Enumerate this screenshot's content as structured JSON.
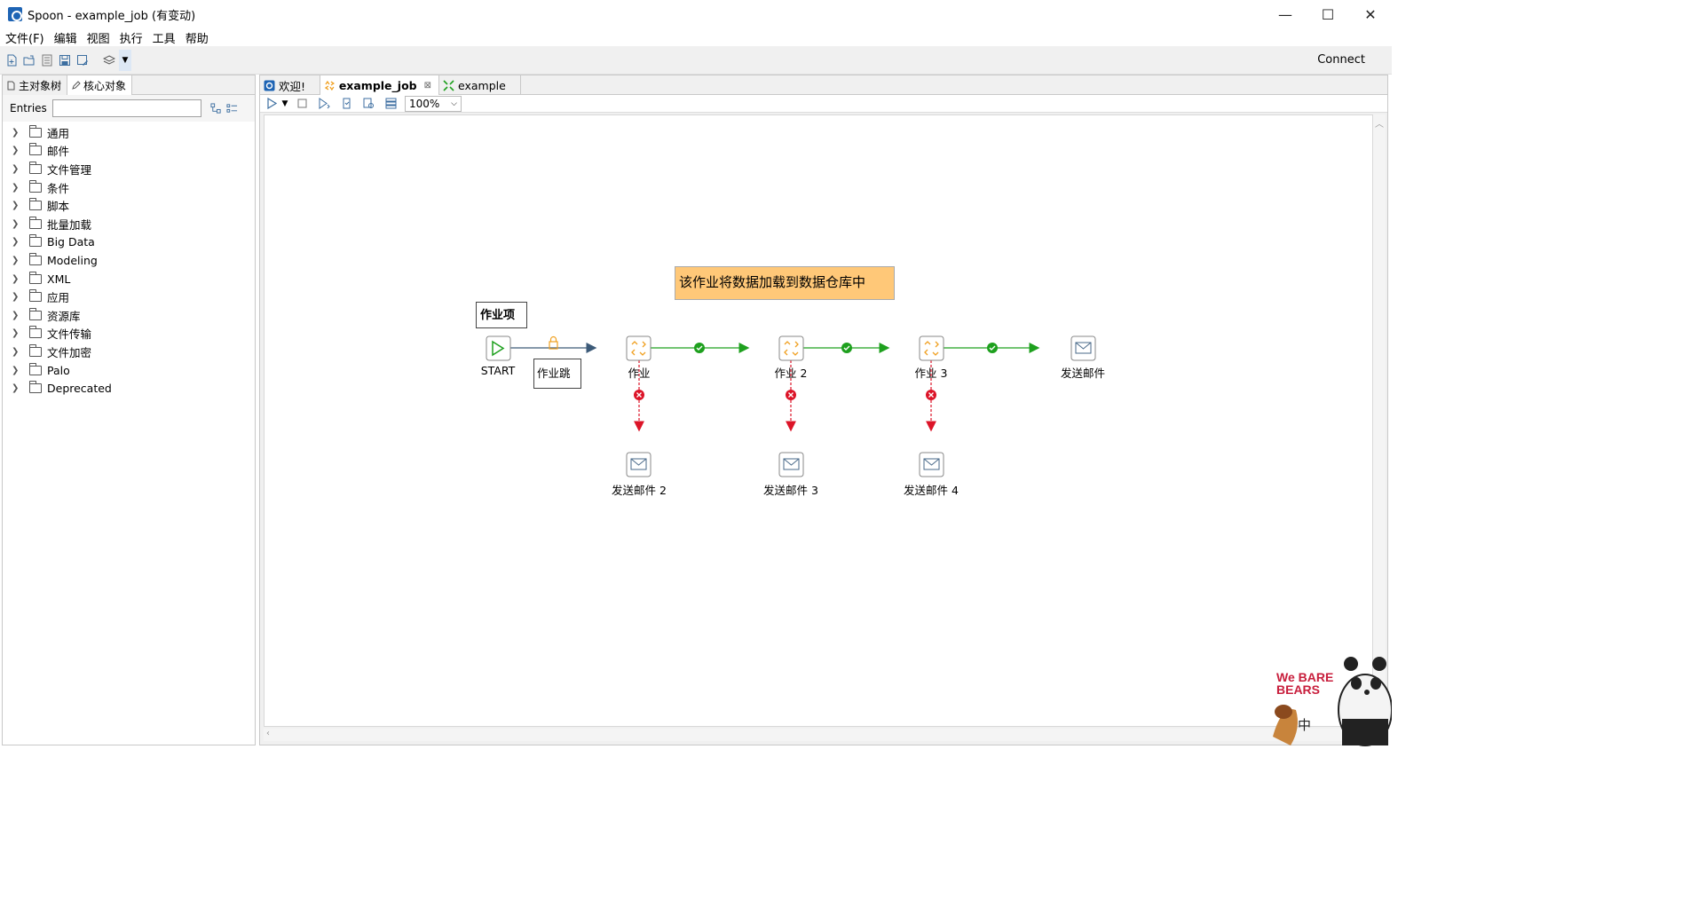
{
  "window": {
    "title": "Spoon - example_job (有变动)",
    "controls": {
      "minimize": "—",
      "maximize": "☐",
      "close": "✕"
    }
  },
  "menu": [
    "文件(F)",
    "编辑",
    "视图",
    "执行",
    "工具",
    "帮助"
  ],
  "toolbar": {
    "connect_label": "Connect"
  },
  "left_panel": {
    "tabs": [
      "主对象树",
      "核心对象"
    ],
    "entries_label": "Entries",
    "entries_value": "",
    "tree": [
      "通用",
      "邮件",
      "文件管理",
      "条件",
      "脚本",
      "批量加载",
      "Big Data",
      "Modeling",
      "XML",
      "应用",
      "资源库",
      "文件传输",
      "文件加密",
      "Palo",
      "Deprecated"
    ]
  },
  "doc_tabs": [
    {
      "label": "欢迎!"
    },
    {
      "label": "example_job",
      "close": "⊠"
    },
    {
      "label": "example"
    }
  ],
  "canvas_toolbar": {
    "zoom": "100%"
  },
  "job": {
    "notes": {
      "title": "作业项",
      "hop": "作业跳",
      "main": "该作业将数据加载到数据仓库中"
    },
    "entries": {
      "start": "START",
      "job1": "作业",
      "job2": "作业 2",
      "job3": "作业 3",
      "mail1": "发送邮件",
      "mail2": "发送邮件 2",
      "mail3": "发送邮件 3",
      "mail4": "发送邮件 4"
    },
    "colors": {
      "ok_hop": "#1ea01e",
      "error_hop": "#dc1428",
      "start_icon": "#1ea01e",
      "job_icon": "#f0a020",
      "note_fill": "#ffc878"
    }
  },
  "overlay": {
    "mascot_text": "We BARE BEARS",
    "ime": "中"
  }
}
